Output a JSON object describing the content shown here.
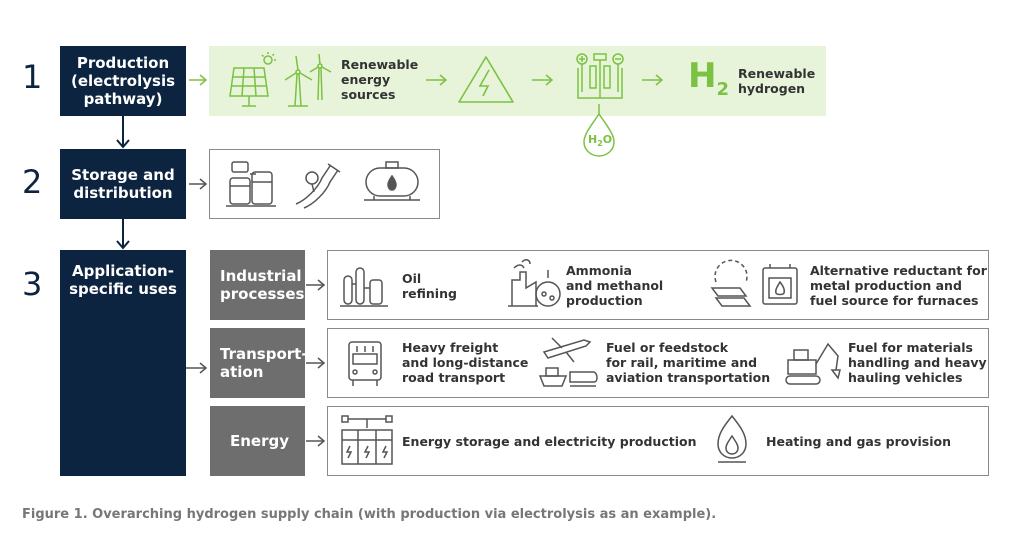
{
  "steps": [
    {
      "number": "1",
      "label": "Production\n(electrolysis\npathway)"
    },
    {
      "number": "2",
      "label": "Storage and\ndistribution"
    },
    {
      "number": "3",
      "label": "Application-\nspecific uses"
    }
  ],
  "production": {
    "renewable_sources": "Renewable\nenergy\nsources",
    "h2_symbol": "H",
    "h2_subscript": "2",
    "renewable_hydrogen": "Renewable\nhydrogen",
    "water_label": "H",
    "water_sub": "2",
    "water_o": "O"
  },
  "categories": {
    "industrial": "Industrial\nprocesses",
    "transportation": "Transport-\nation",
    "energy": "Energy"
  },
  "industrial_items": [
    {
      "text": "Oil\nrefining"
    },
    {
      "text": "Ammonia\nand methanol\nproduction"
    },
    {
      "text": "Alternative reductant for\nmetal production and\nfuel source for furnaces"
    }
  ],
  "transport_items": [
    {
      "text": "Heavy freight\nand long-distance\nroad transport"
    },
    {
      "text": "Fuel or feedstock\nfor rail, maritime and\naviation transportation"
    },
    {
      "text": "Fuel for materials\nhandling and heavy\nhauling vehicles"
    }
  ],
  "energy_items": [
    {
      "text": "Energy storage and electricity production"
    },
    {
      "text": "Heating and gas provision"
    }
  ],
  "caption": "Figure 1. Overarching hydrogen supply chain (with production via electrolysis as an example).",
  "colors": {
    "navy": "#0d2440",
    "gray": "#6e6e6e",
    "green": "#7bc142",
    "green_band": "#e7f4da"
  }
}
